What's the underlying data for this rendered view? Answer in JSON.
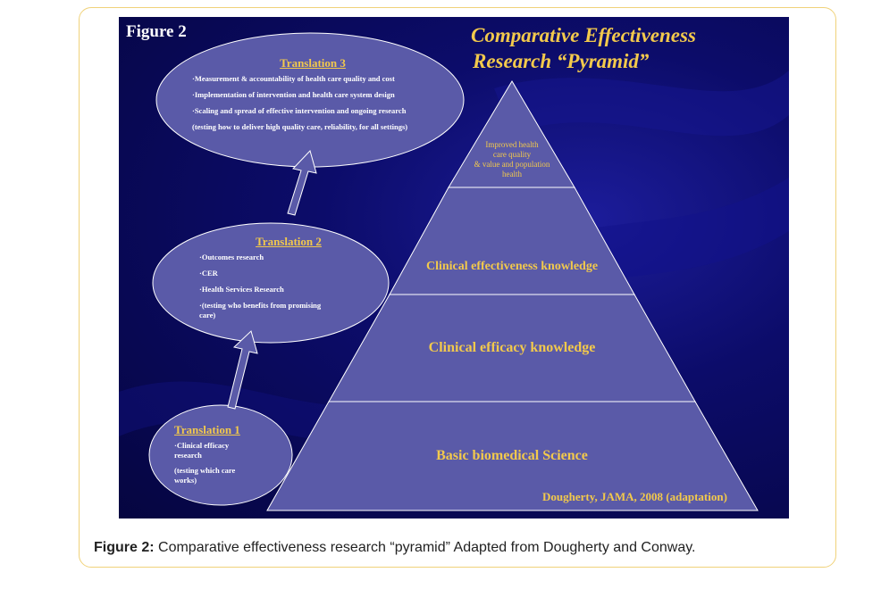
{
  "figure": {
    "label": "Figure 2",
    "title_line1": "Comparative Effectiveness",
    "title_line2": "Research  “Pyramid”",
    "citation": "Dougherty, JAMA, 2008 (adaptation)"
  },
  "translations": [
    {
      "heading": "Translation 3",
      "items": [
        "·Measurement & accountability of health care quality and cost",
        "·Implementation of intervention and health care system design",
        "·Scaling and spread of effective intervention and ongoing research",
        "(testing how to deliver high quality care, reliability, for all settings)"
      ]
    },
    {
      "heading": "Translation 2",
      "items": [
        "·Outcomes research",
        "·CER",
        "·Health Services Research",
        "·(testing who benefits from promising",
        "care)"
      ]
    },
    {
      "heading": "Translation 1",
      "items": [
        "·Clinical efficacy",
        "research",
        "(testing which care",
        "works)"
      ]
    }
  ],
  "pyramid": {
    "tiers": [
      {
        "label_lines": [
          "Improved health",
          "care quality",
          "& value and population",
          "health"
        ]
      },
      {
        "label": "Clinical effectiveness  knowledge"
      },
      {
        "label": "Clinical efficacy knowledge"
      },
      {
        "label": "Basic biomedical Science"
      }
    ]
  },
  "caption": {
    "prefix": "Figure 2:",
    "text": " Comparative effectiveness research “pyramid” Adapted from Dougherty and Conway."
  },
  "colors": {
    "background_dark": "#050540",
    "shape_fill": "#5a5aa8",
    "accent_gold": "#f2c94c",
    "frame_border": "#f0d27a"
  }
}
